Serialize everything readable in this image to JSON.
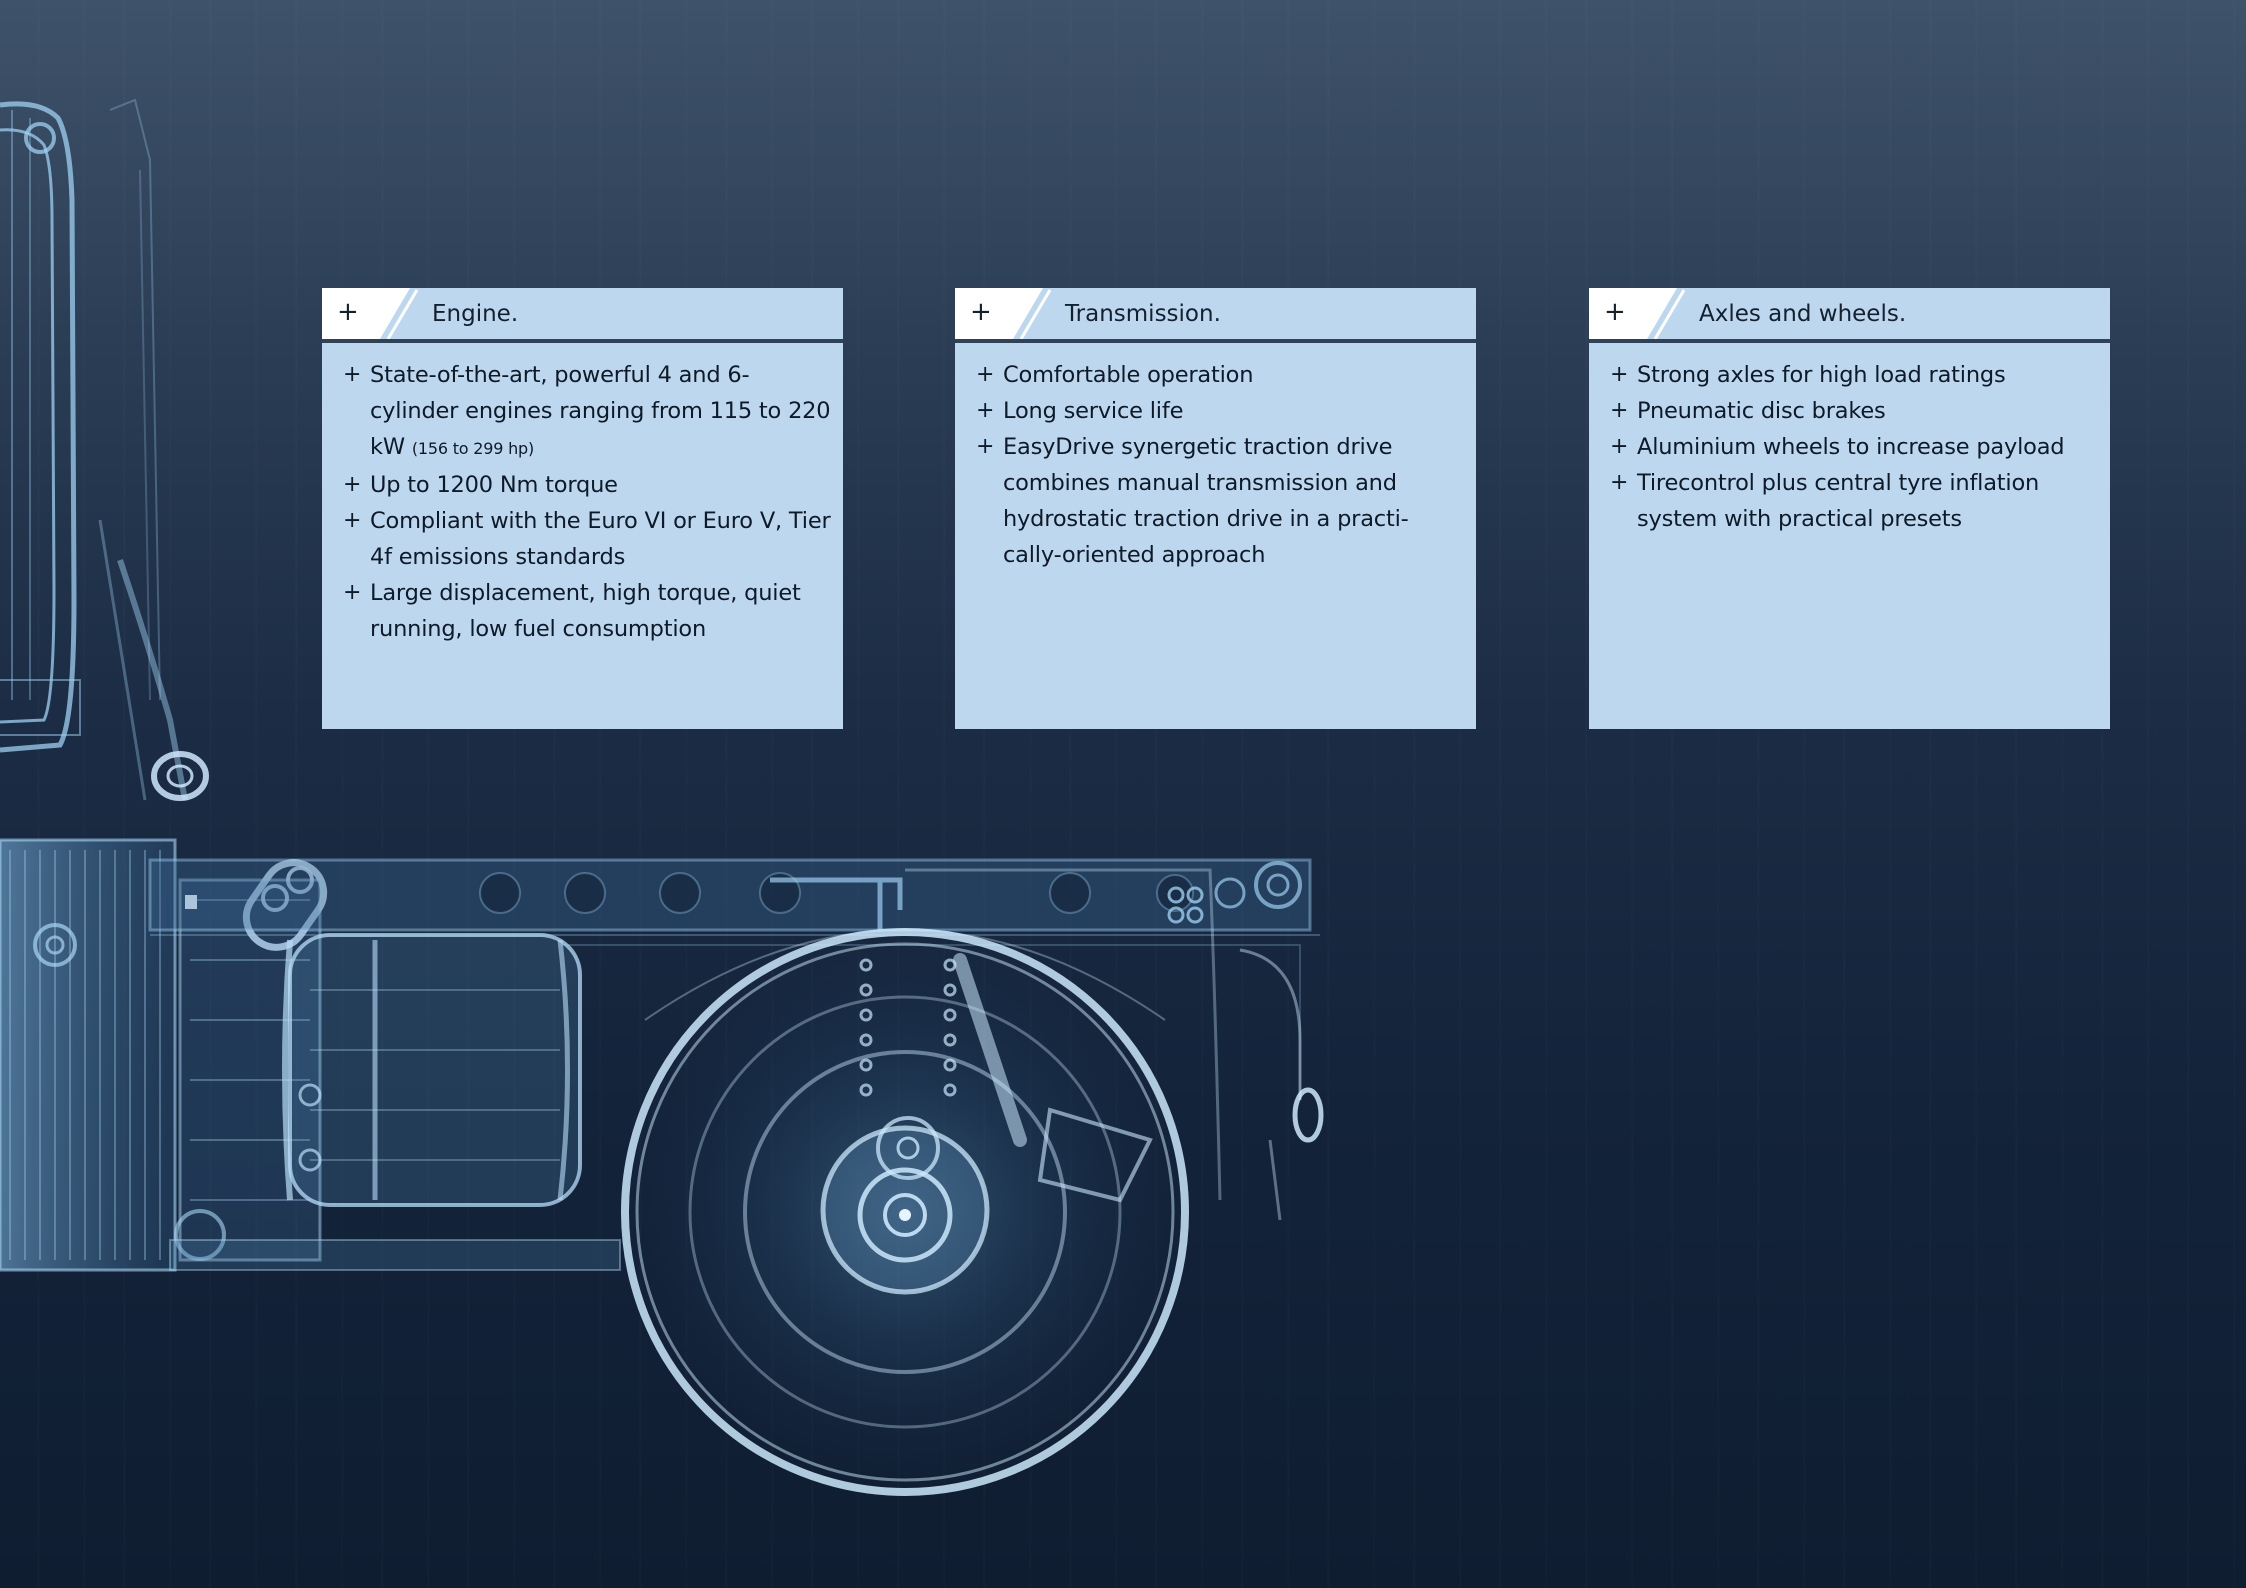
{
  "cards": [
    {
      "marker": "+",
      "title": "Engine.",
      "items": [
        {
          "text": "State-of-the-art, powerful 4 and 6-cylinder engines ranging from 115 to 220 kW",
          "note": "(156 to 299 hp)"
        },
        {
          "text": "Up to 1200 Nm torque"
        },
        {
          "text": "Compliant with the Euro VI or Euro V, Tier 4f emissions standards"
        },
        {
          "text": "Large displacement, high torque, quiet running, low fuel consumption"
        }
      ]
    },
    {
      "marker": "+",
      "title": "Transmission.",
      "items": [
        {
          "text": "Comfortable operation"
        },
        {
          "text": "Long service life"
        },
        {
          "text": "EasyDrive synergetic traction drive combines manual transmission and hydrostatic traction drive in a practi-cally-oriented approach"
        }
      ]
    },
    {
      "marker": "+",
      "title": "Axles and wheels.",
      "items": [
        {
          "text": "Strong axles for high load ratings"
        },
        {
          "text": "Pneumatic disc brakes"
        },
        {
          "text": "Aluminium wheels to increase payload"
        },
        {
          "text": "Tirecontrol plus central tyre inflation system with practical presets"
        }
      ]
    }
  ],
  "bullet_symbol": "+",
  "colors": {
    "card_background": "#bdd8ee",
    "header_rule": "#2f4257",
    "text": "#0f1a28",
    "xray_line": "#8fc3ea"
  }
}
